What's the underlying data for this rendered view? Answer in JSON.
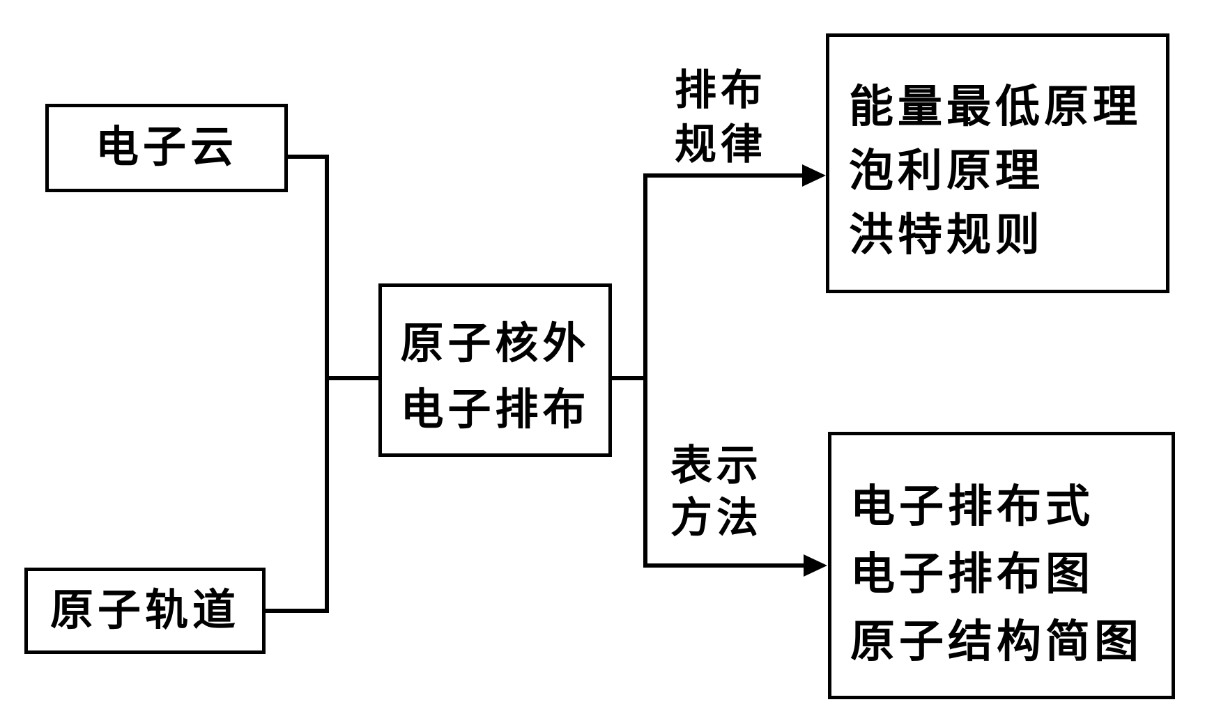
{
  "page": {
    "background": "#ffffff",
    "line_color": "#000000",
    "text_color": "#000000"
  },
  "nodes": {
    "electron_cloud": {
      "label": "电子云"
    },
    "atomic_orbital": {
      "label": "原子轨道"
    },
    "core_electron_arrangement": {
      "line1": "原子核外",
      "line2": "电子排布"
    },
    "arrangement_rules": {
      "line1": "能量最低原理",
      "line2": "泡利原理",
      "line3": "洪特规则"
    },
    "representation_methods": {
      "line1": "电子排布式",
      "line2": "电子排布图",
      "line3": "原子结构简图"
    }
  },
  "edge_labels": {
    "arrangement_rule": {
      "line1": "排布",
      "line2": "规律"
    },
    "representation_method": {
      "line1": "表示",
      "line2": "方法"
    }
  }
}
